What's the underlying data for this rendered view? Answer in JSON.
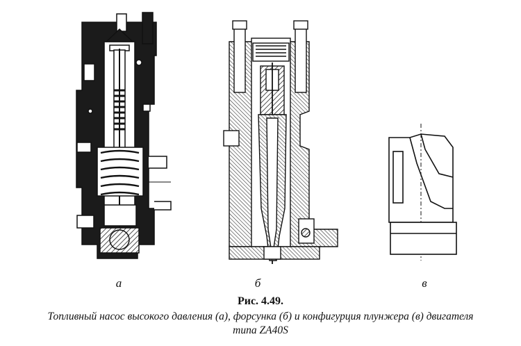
{
  "figure": {
    "labels": {
      "a": "а",
      "b": "б",
      "c": "в"
    },
    "title": "Рис. 4.49.",
    "caption_line1": "Топливный насос высокого давления (а), форсунка (б) и конфигурция плунжера (в) двигателя",
    "caption_line2": "типа ZA40S"
  },
  "drawings": {
    "a": "fuel-injection-pump-section",
    "b": "injector-section",
    "c": "plunger-configuration"
  }
}
